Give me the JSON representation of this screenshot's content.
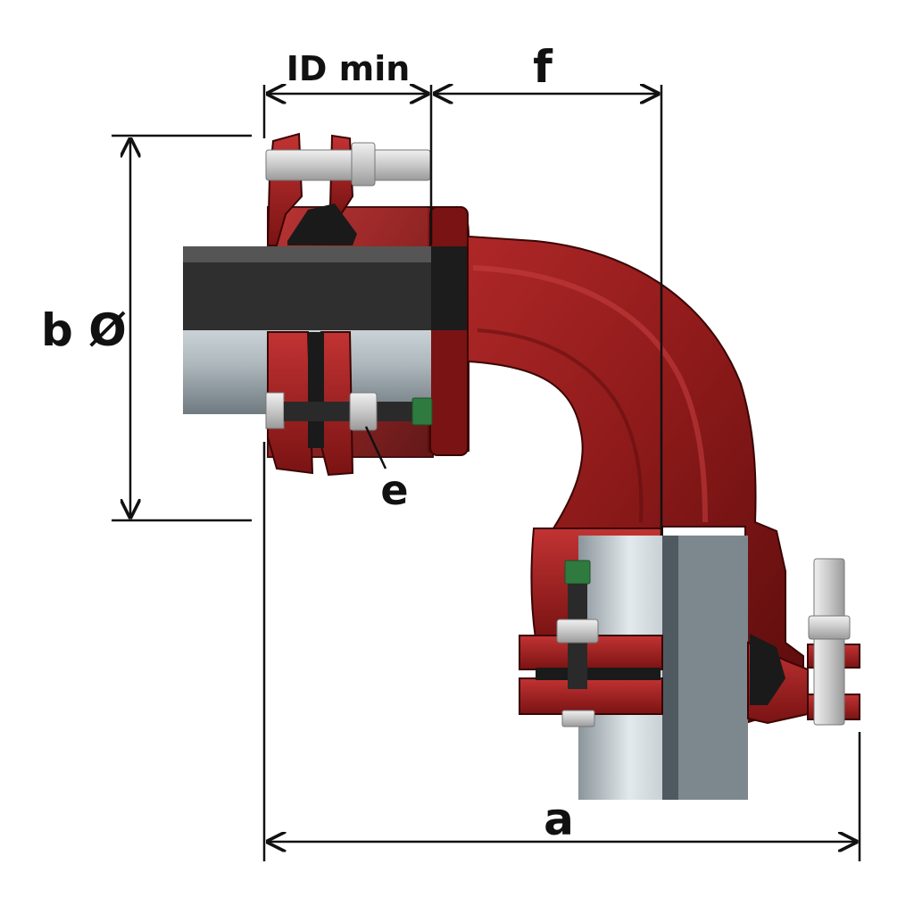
{
  "labels": {
    "id_min": "ID min",
    "f": "f",
    "b_diameter": "b Ø",
    "e": "e",
    "a": "a"
  },
  "colors": {
    "fitting_red": "#8e1a1a",
    "fitting_dark": "#4a0808",
    "fitting_highlight": "#c84040",
    "pipe_steel": "#b9c3c8",
    "pipe_shadow": "#6e7a80",
    "pipe_dark": "#2c2c2c",
    "bolt_metal": "#d6d6d6",
    "bolt_tip_green": "#2f7a3e",
    "gasket_black": "#1a1a1a",
    "dimension_line": "#111111"
  }
}
